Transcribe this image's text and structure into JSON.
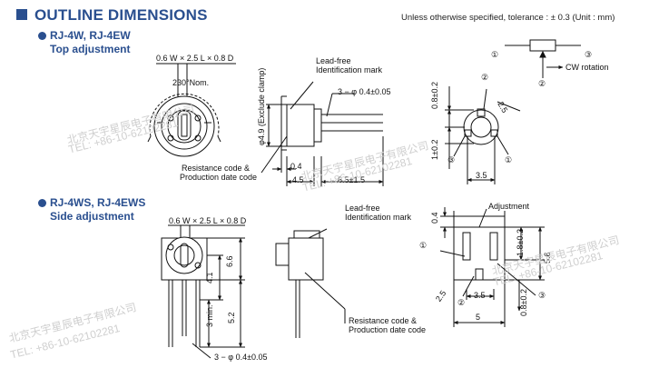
{
  "header": {
    "title": "OUTLINE DIMENSIONS",
    "note": "Unless otherwise specified, tolerance : ± 0.3 (Unit : mm)"
  },
  "circuit": {
    "p1": "①",
    "p2": "②",
    "p3": "③",
    "rotation": "CW rotation"
  },
  "top_section": {
    "model": "RJ-4W, RJ-4EW",
    "subtitle": "Top adjustment",
    "dim_bar": "0.6 W × 2.5 L × 0.8 D",
    "angle": "230°Nom.",
    "diameter": "φ4.9 (Exclude clamp)",
    "lead_free": "Lead-free",
    "ident_mark": "Identification mark",
    "pin_dia": "3 − φ 0.4±0.05",
    "resistance": "Resistance code &",
    "prod_code": "Production date code",
    "d_04": "0.4",
    "d_45": "4.5",
    "d_65": "6.5±1.5",
    "d_08": "0.8±0.2",
    "d_25": "2.5",
    "d_10": "1±0.2",
    "d_35": "3.5"
  },
  "side_section": {
    "model": "RJ-4WS, RJ-4EWS",
    "subtitle": "Side adjustment",
    "dim_bar": "0.6 W × 2.5 L × 0.8 D",
    "lead_free": "Lead-free",
    "ident_mark": "Identification mark",
    "adjustment": "Adjustment",
    "d_66": "6.6",
    "d_41": "4.1",
    "d_3min": "3 min.",
    "d_52": "5.2",
    "pin_dia": "3 − φ 0.4±0.05",
    "resistance": "Resistance code &",
    "prod_code": "Production date code",
    "d_04": "0.4",
    "d_18": "1.8±0.2",
    "d_56": "5.6",
    "d_25": "2.5",
    "d_35": "3.5",
    "d_08": "0.8±0.2",
    "d_5": "5"
  },
  "watermark": {
    "line1": "北京天宇星辰电子有限公司",
    "line2": "TEL: +86-10-62102281"
  }
}
